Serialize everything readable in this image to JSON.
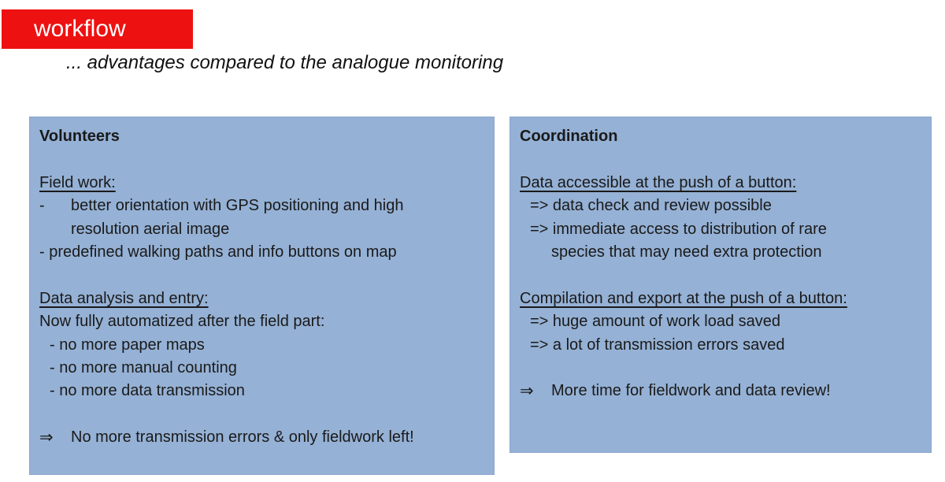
{
  "colors": {
    "banner-red": "#ee1111",
    "panel-blue": "#95b1d5",
    "text-dark": "#1a1a1a"
  },
  "header": {
    "banner_label": "workflow",
    "subtitle": "... advantages compared to the analogue monitoring"
  },
  "volunteers": {
    "title": "Volunteers",
    "field_work": {
      "heading": "Field work:",
      "bullet1_dash": "-",
      "bullet1_line1": "better orientation with GPS positioning and high",
      "bullet1_line2": "resolution aerial image",
      "bullet2": "- predefined walking paths and info buttons on map"
    },
    "data_analysis": {
      "heading": "Data analysis and entry:",
      "intro": "Now fully automatized after the field part:",
      "items": [
        "- no more paper maps",
        "- no more manual counting",
        "- no more data transmission"
      ]
    },
    "conclusion": {
      "arrow": "⇒",
      "text": "No more transmission errors & only fieldwork left!"
    }
  },
  "coordination": {
    "title": "Coordination",
    "data_access": {
      "heading": "Data accessible at the push of a button:",
      "item1": "=> data check and review possible",
      "item2_line1": "=> immediate access to distribution of rare",
      "item2_line2": "species that may need extra protection"
    },
    "compilation": {
      "heading": "Compilation and export at the push of a button:",
      "item1": "=> huge amount of work load saved",
      "item2": "=> a lot of transmission errors saved"
    },
    "conclusion": {
      "arrow": "⇒",
      "text": "More time for fieldwork and data review!"
    }
  }
}
